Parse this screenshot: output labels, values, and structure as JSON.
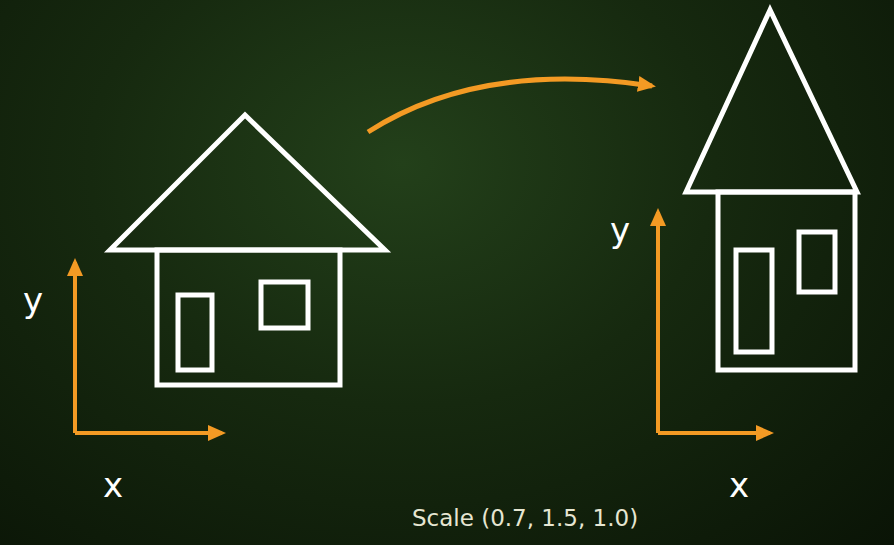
{
  "diagram": {
    "caption": "Scale (0.7, 1.5, 1.0)",
    "labels": [
      "y",
      "x",
      "y",
      "x"
    ]
  }
}
